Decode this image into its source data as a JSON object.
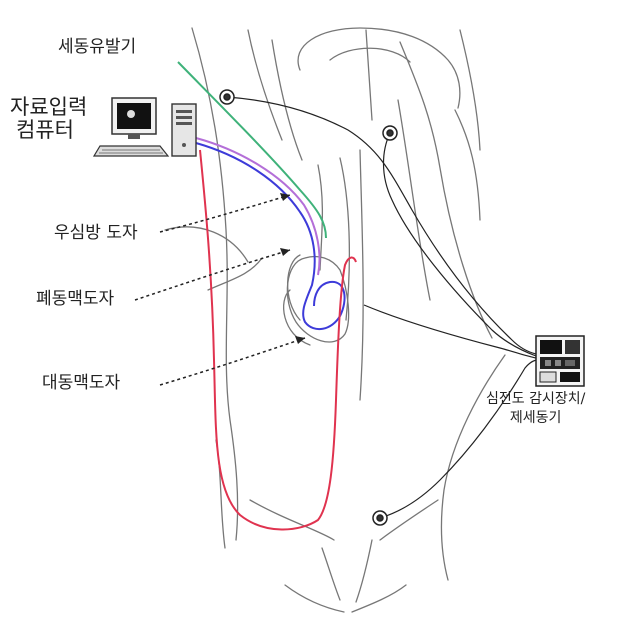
{
  "labels": {
    "defibrillator": "세동유발기",
    "computer_line1": "자료입력",
    "computer_line2": "컴퓨터",
    "ra_catheter": "우심방 도자",
    "pa_catheter": "폐동맥도자",
    "aorta_catheter": "대동맥도자",
    "monitor_line1": "심전도 감시장치/",
    "monitor_line2": "제세동기"
  },
  "icons": {
    "computer": "desktop-computer-icon",
    "monitor": "ecg-monitor-defibrillator-icon",
    "electrodes": "ecg-electrode-icon"
  },
  "colors": {
    "outline": "#777777",
    "wire": "#222222",
    "green_catheter": "#3fb27a",
    "blue_catheter": "#3d3bd9",
    "purple_catheter": "#b46fd8",
    "red_catheter": "#e0334f"
  }
}
